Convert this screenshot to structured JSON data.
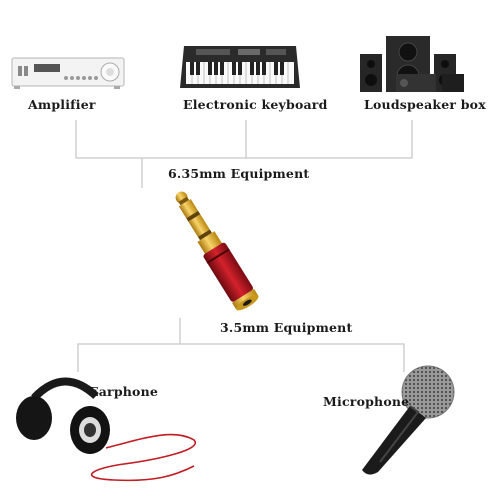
{
  "top": {
    "amplifier_label": "Amplifier",
    "keyboard_label": "Electronic keyboard",
    "speaker_label": "Loudspeaker box",
    "equipment_label": "6.35mm Equipment"
  },
  "bottom": {
    "equipment_label": "3.5mm Equipment",
    "earphone_label": "Earphone",
    "microphone_label": "Microphone"
  },
  "colors": {
    "connector_line": "#c8c8c8",
    "gold": "#d9a520",
    "red_body": "#b3141c"
  }
}
